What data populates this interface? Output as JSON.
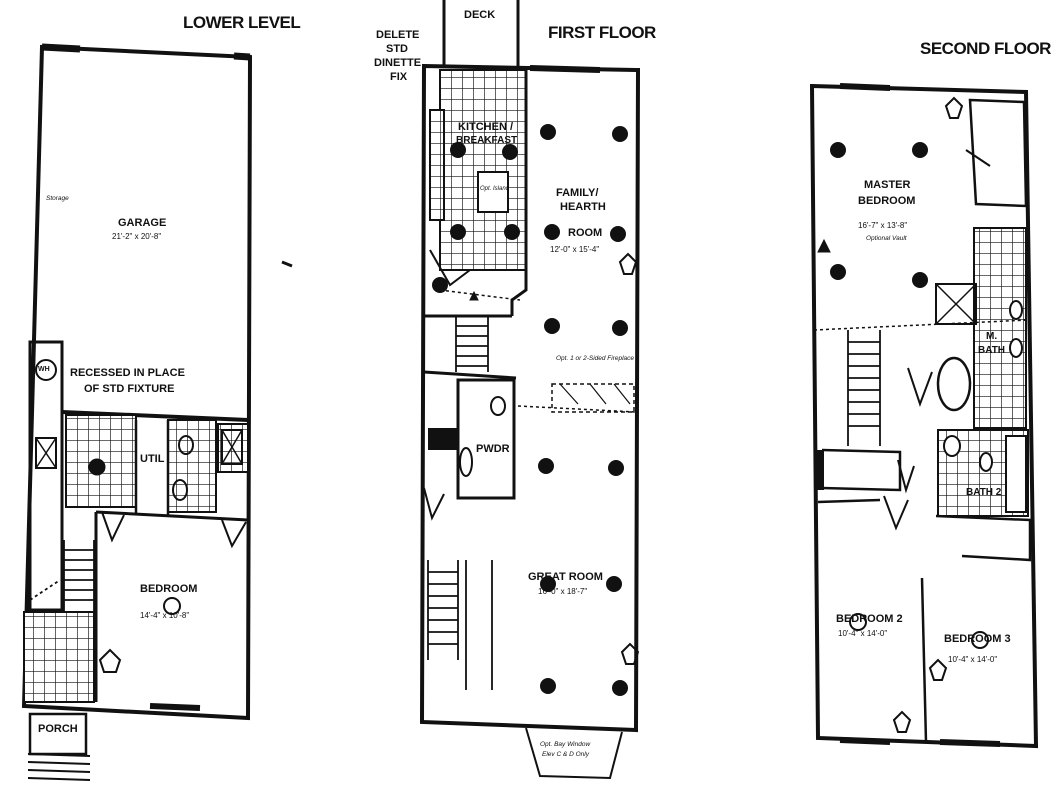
{
  "levels": {
    "lower": {
      "title": "LOWER LEVEL",
      "garage_name": "GARAGE",
      "garage_dim": "21'-2\" x 20'-8\"",
      "storage": "Storage",
      "wh": "WH",
      "recessed_note_1": "RECESSED IN PLACE",
      "recessed_note_2": "OF STD FIXTURE",
      "util": "UTIL",
      "bedroom_name": "BEDROOM",
      "bedroom_dim": "14'-4\" x 10'-8\"",
      "porch": "PORCH"
    },
    "first": {
      "title": "FIRST FLOOR",
      "deck": "DECK",
      "delete_note_1": "DELETE",
      "delete_note_2": "STD",
      "delete_note_3": "DINETTE",
      "delete_note_4": "FIX",
      "kitchen_1": "KITCHEN /",
      "kitchen_2": "BREAKFAST",
      "island": "Opt. Island",
      "family_1": "FAMILY/",
      "family_2": "HEARTH",
      "family_3": "ROOM",
      "family_dim": "12'-0\" x 15'-4\"",
      "fireplace_note": "Opt. 1 or 2-Sided Fireplace",
      "pwdr": "PWDR",
      "great_name": "GREAT ROOM",
      "great_dim": "16'-0\" x 18'-7\"",
      "bay_note_1": "Opt. Bay Window",
      "bay_note_2": "Elev C & D Only"
    },
    "second": {
      "title": "SECOND FLOOR",
      "master_1": "MASTER",
      "master_2": "BEDROOM",
      "master_dim": "16'-7\" x 13'-8\"",
      "master_vault": "Optional Vault",
      "mbath_1": "M.",
      "mbath_2": "BATH",
      "bath2": "BATH 2",
      "bed2_name": "BEDROOM 2",
      "bed2_dim": "10'-4\" x 14'-0\"",
      "bed3_name": "BEDROOM 3",
      "bed3_dim": "10'-4\" x 14'-0\""
    }
  }
}
